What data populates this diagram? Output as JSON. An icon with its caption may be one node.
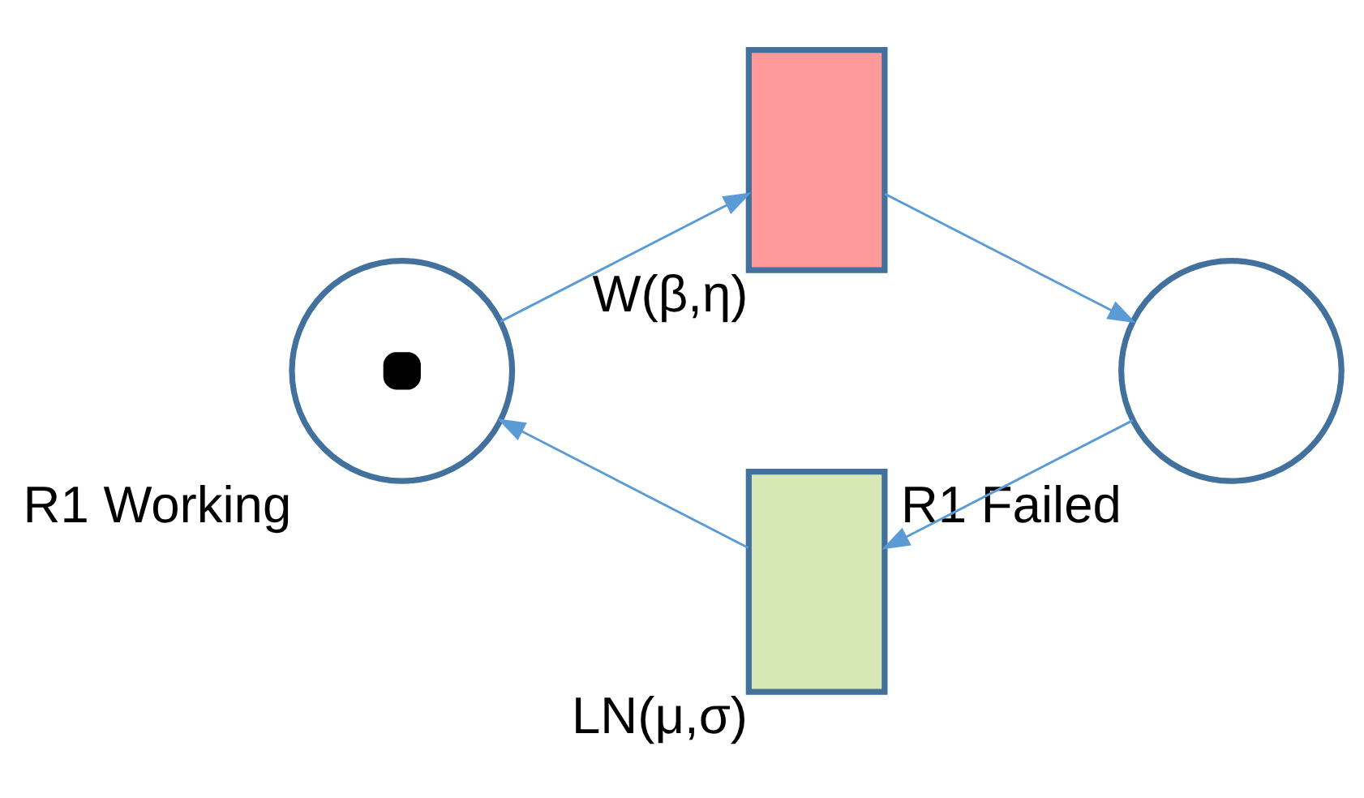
{
  "diagram": {
    "nodes": [
      {
        "text": [
          "R1 Working"
        ]
      },
      {
        "text": [
          "W(β,η)"
        ]
      },
      {
        "text": [
          "R1 Failed"
        ]
      },
      {
        "text": [
          "LN(μ,σ)"
        ]
      }
    ],
    "edges": [
      {
        "from": 0,
        "to": 1,
        "arrow": "to"
      },
      {
        "from": 1,
        "to": 2,
        "arrow": "to"
      },
      {
        "from": 2,
        "to": 3,
        "arrow": "to"
      },
      {
        "from": 3,
        "to": 0,
        "arrow": "to"
      }
    ]
  }
}
